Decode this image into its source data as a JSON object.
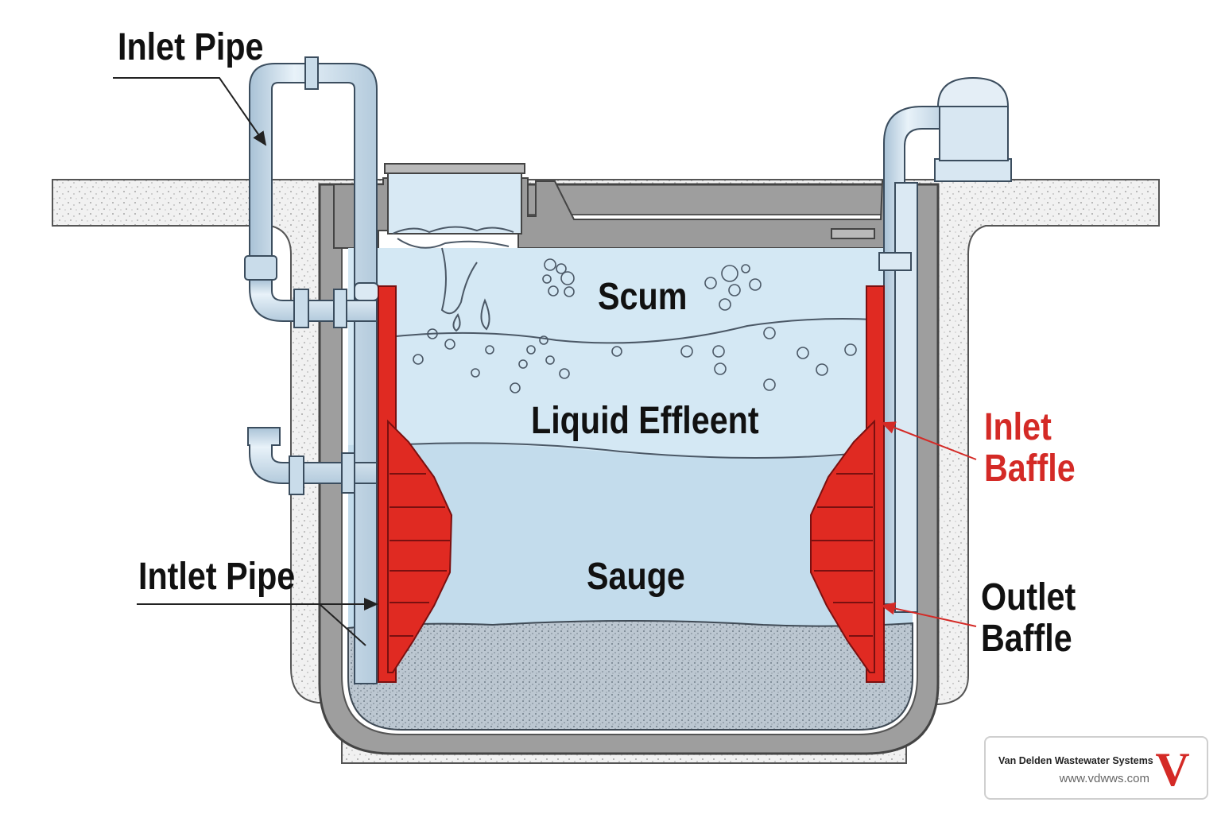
{
  "labels": {
    "inlet_pipe_top": "Inlet Pipe",
    "intlet_pipe_bottom": "Intlet Pipe",
    "scum": "Scum",
    "liquid_effluent": "Liquid Effleent",
    "sludge": "Sauge",
    "inlet_baffle_line1": "Inlet",
    "inlet_baffle_line2": "Baffle",
    "outlet_baffle_line1": "Outlet",
    "outlet_baffle_line2": "Baffle"
  },
  "brand": {
    "name": "Van Delden Wastewater Systems",
    "url": "www.vdwws.com",
    "logo_letter": "V"
  },
  "colors": {
    "baffle_red": "#e02a22",
    "label_red": "#d42a26",
    "pipe_blue": "#c9dcea",
    "liquid_blue": "#cde3f0",
    "tank_gray": "#9d9d9d",
    "soil": "#eeeeee"
  }
}
